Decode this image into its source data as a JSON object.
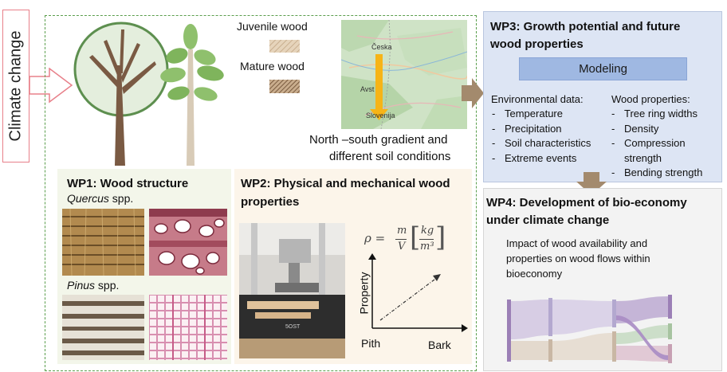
{
  "climate_label": "Climate change",
  "legend": {
    "juvenile": "Juvenile wood",
    "mature": "Mature wood"
  },
  "map": {
    "label_ceska": "Česka",
    "label_slovenija": "Slovenija",
    "label_avstrija": "Avst",
    "caption_line1": "North –south gradient and",
    "caption_line2": "different soil conditions"
  },
  "wp1": {
    "title": "WP1: Wood structure",
    "species1": "Quercus",
    "species1_suffix": " spp.",
    "species2": "Pinus",
    "species2_suffix": " spp."
  },
  "wp2": {
    "title_line1": "WP2: Physical and mechanical wood",
    "title_line2": "properties",
    "formula_lhs": "ρ =",
    "formula_m": "m",
    "formula_v": "V",
    "formula_unit_num": "kg",
    "formula_unit_den": "m³",
    "axis_y": "Property",
    "axis_x_left": "Pith",
    "axis_x_right": "Bark",
    "machine_label": "5OST"
  },
  "wp3": {
    "title_line1": "WP3: Growth potential and future",
    "title_line2": "wood properties",
    "modeling": "Modeling",
    "env_heading": "Environmental data:",
    "env_items": [
      "Temperature",
      "Precipitation",
      "Soil characteristics",
      "Extreme events"
    ],
    "wood_heading": "Wood properties:",
    "wood_items": [
      "Tree ring widths",
      "Density",
      "Compression",
      "strength",
      "Bending strength"
    ]
  },
  "wp4": {
    "title_line1": "WP4: Development of bio-economy",
    "title_line2": "under climate change",
    "desc_line1": "Impact of wood availability and",
    "desc_line2": "properties on wood flows within",
    "desc_line3": "bioeconomy"
  },
  "colors": {
    "climate_border": "#e8808a",
    "dashed_border": "#5a9e4c",
    "wp3_bg": "#dde5f4",
    "modeling_bg": "#9fb8e2",
    "arrow": "#a38a6d"
  }
}
